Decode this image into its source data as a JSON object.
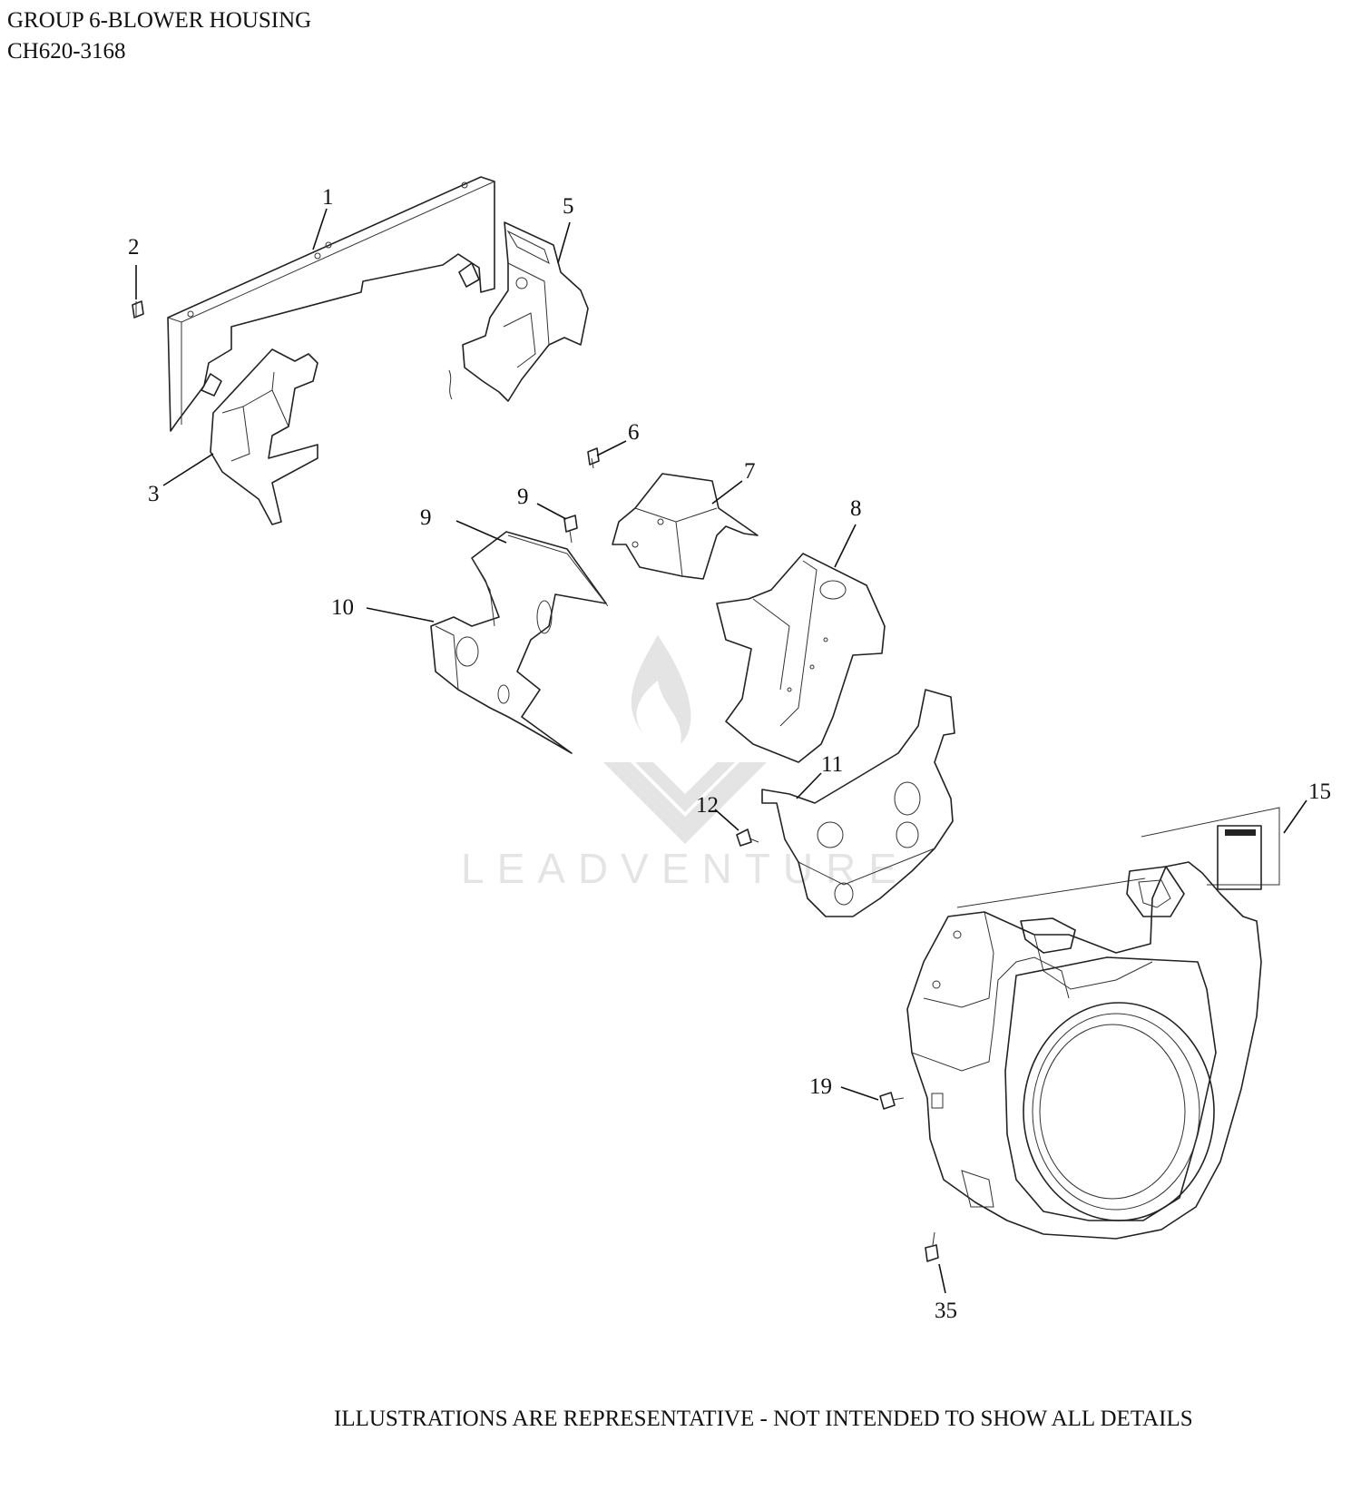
{
  "header": {
    "title": "GROUP 6-BLOWER HOUSING",
    "model": "CH620-3168"
  },
  "callouts": [
    {
      "id": "c1",
      "label": "1"
    },
    {
      "id": "c2",
      "label": "2"
    },
    {
      "id": "c3",
      "label": "3"
    },
    {
      "id": "c5",
      "label": "5"
    },
    {
      "id": "c6",
      "label": "6"
    },
    {
      "id": "c7",
      "label": "7"
    },
    {
      "id": "c8",
      "label": "8"
    },
    {
      "id": "c9a",
      "label": "9"
    },
    {
      "id": "c9b",
      "label": "9"
    },
    {
      "id": "c10",
      "label": "10"
    },
    {
      "id": "c11",
      "label": "11"
    },
    {
      "id": "c12",
      "label": "12"
    },
    {
      "id": "c15",
      "label": "15"
    },
    {
      "id": "c19",
      "label": "19"
    },
    {
      "id": "c35",
      "label": "35"
    }
  ],
  "footer": {
    "note": "ILLUSTRATIONS ARE REPRESENTATIVE - NOT INTENDED TO SHOW ALL DETAILS"
  },
  "watermark": {
    "text": "LEADVENTURE"
  }
}
